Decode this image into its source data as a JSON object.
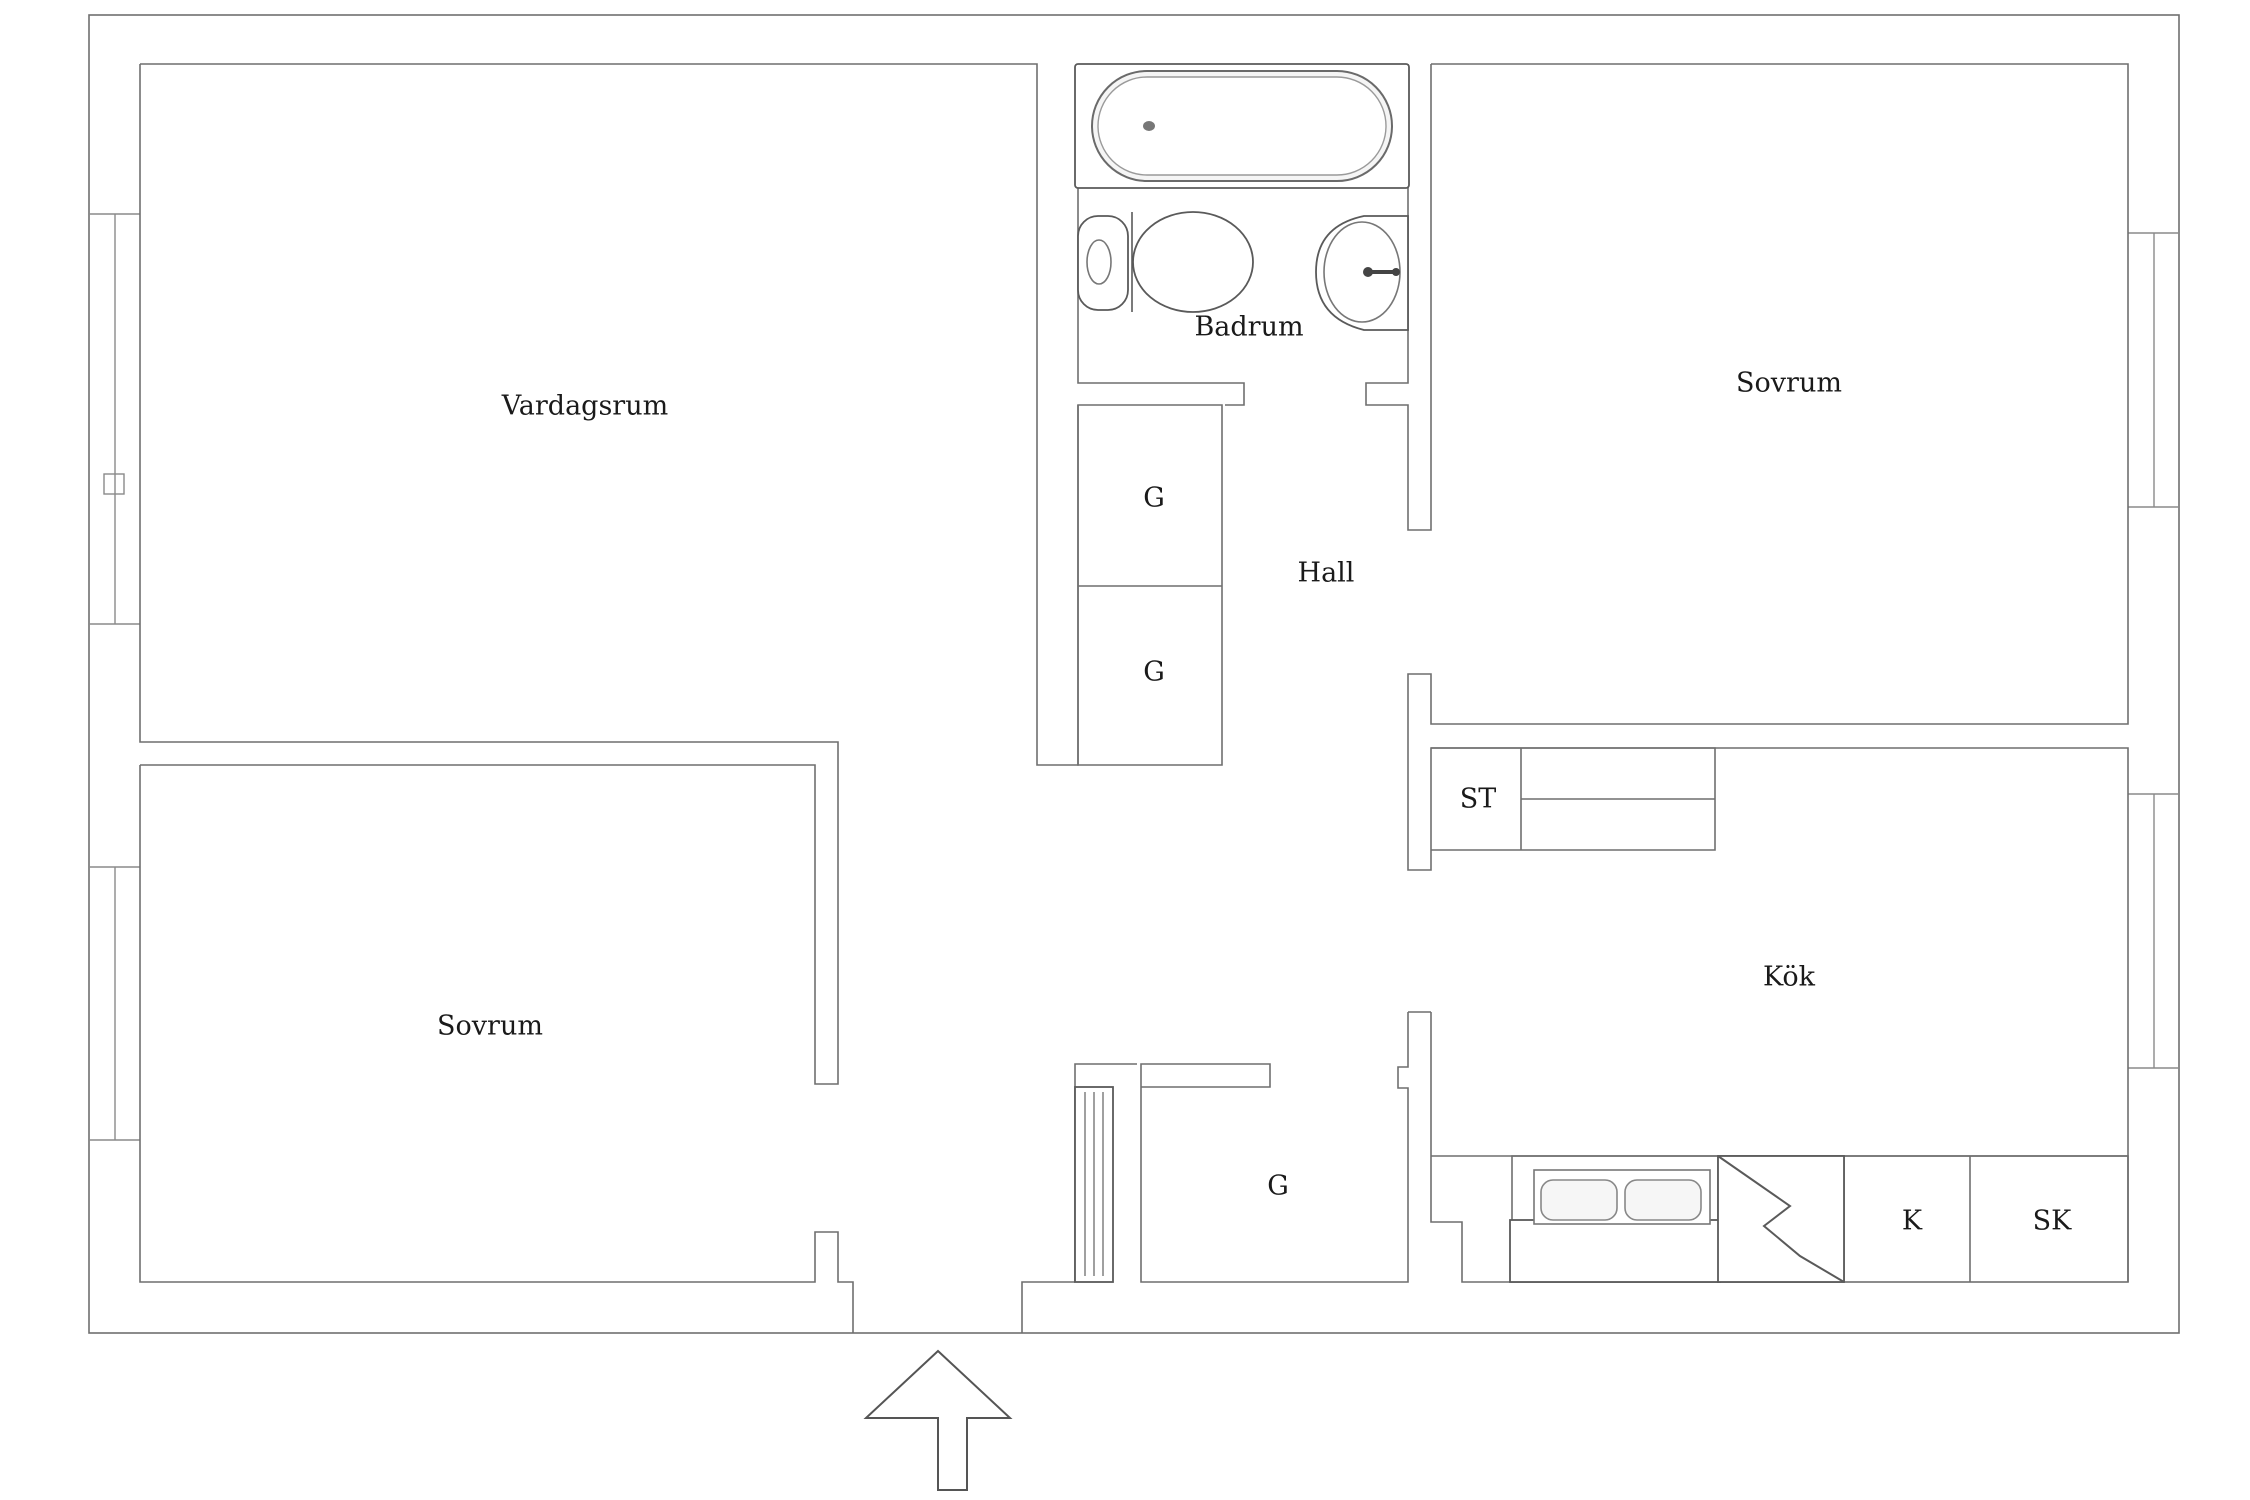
{
  "rooms": {
    "living": "Vardagsrum",
    "bedroom_1": "Sovrum",
    "bedroom_2": "Sovrum",
    "bathroom": "Badrum",
    "hall": "Hall",
    "kitchen": "Kök"
  },
  "fixtures": {
    "wardrobe_1": "G",
    "wardrobe_2": "G",
    "wardrobe_3": "G",
    "storage": "ST",
    "fridge": "K",
    "freezer": "SK"
  },
  "icons": {
    "entrance": "entrance-arrow-icon",
    "bathtub": "bathtub-icon",
    "toilet": "toilet-icon",
    "sink": "washbasin-icon",
    "kitchen_sink": "kitchen-sink-icon",
    "stove": "stove-icon",
    "radiator": "radiator-icon"
  },
  "colors": {
    "wall": "#6f6f6f",
    "background": "#ffffff",
    "text": "#1a1a1a"
  }
}
